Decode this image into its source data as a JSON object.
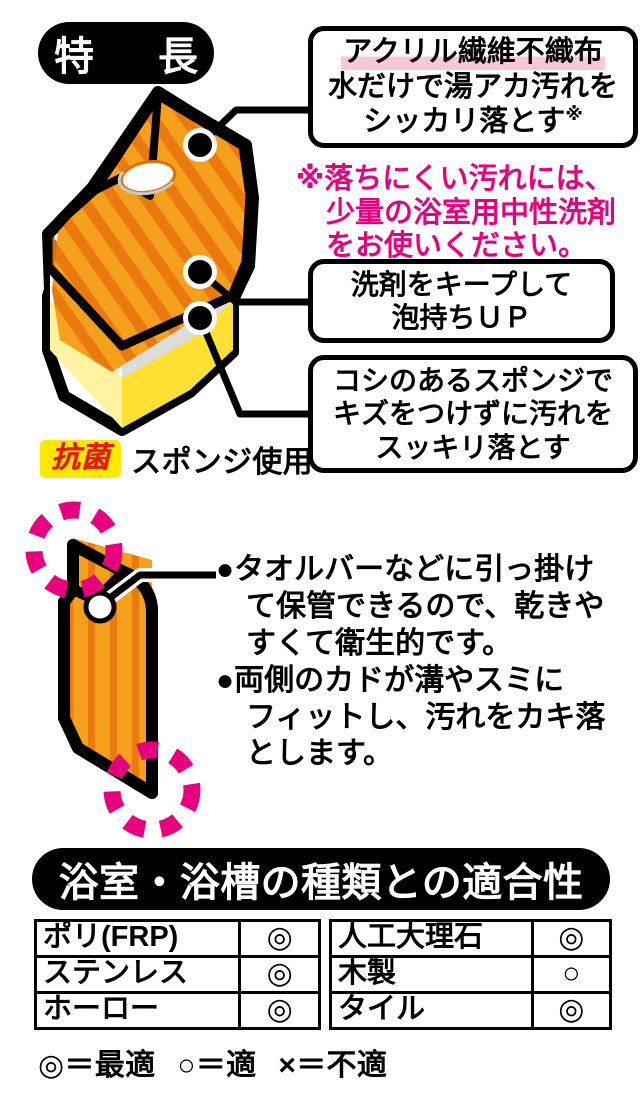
{
  "features": {
    "heading": "特　長",
    "callouts": [
      {
        "id": "acrylic",
        "highlight_line": "アクリル繊維不織布",
        "line2": "水だけで湯アカ汚れを",
        "line3": "シッカリ落とす",
        "superscript": "※"
      },
      {
        "id": "keep",
        "line1": "洗剤をキープして",
        "line2": "泡持ちＵＰ"
      },
      {
        "id": "koshi",
        "line1": "コシのあるスポンジで",
        "line2": "キズをつけずに汚れを",
        "line3": "スッキリ落とす"
      }
    ],
    "footnote": {
      "line1": "※落ちにくい汚れには、",
      "line2": "少量の浴室用中性洗剤",
      "line3": "をお使いください。"
    },
    "antibacterial": {
      "badge": "抗菌",
      "label": "スポンジ使用"
    }
  },
  "shape_section": {
    "bullets": [
      {
        "marker": "●",
        "line1": "タオルバーなどに引っ掛け",
        "line2": "て保管できるので、乾きや",
        "line3": "すくて衛生的です。"
      },
      {
        "marker": "●",
        "line1": "両側のカドが溝やスミに",
        "line2": "フィットし、汚れをカキ落",
        "line3": "とします。"
      }
    ]
  },
  "compatibility": {
    "heading": "浴室・浴槽の種類との適合性",
    "left_rows": [
      {
        "name": "ポリ(FRP)",
        "mark": "◎"
      },
      {
        "name": "ステンレス",
        "mark": "◎"
      },
      {
        "name": "ホーロー",
        "mark": "◎"
      }
    ],
    "right_rows": [
      {
        "name": "人工大理石",
        "mark": "◎"
      },
      {
        "name": "木製",
        "mark": "○"
      },
      {
        "name": "タイル",
        "mark": "◎"
      }
    ],
    "legend": {
      "best_mark": "◎",
      "best_text": "＝最適",
      "ok_mark": "○",
      "ok_text": "＝適",
      "no_mark": "×",
      "no_text": "＝不適"
    }
  },
  "colors": {
    "orange_base": "#F5A01D",
    "orange_stripe": "#EA7A10",
    "orange_dark": "#E2700A",
    "yellow_layer": "#FFE33F",
    "yellow_light": "#FFF3A8",
    "white_layer": "#F7F7F5",
    "gray_layer": "#DCDCDC",
    "magenta": "#E6007E",
    "pink_highlight": "#F6C8D8",
    "badge_yellow": "#FFE800",
    "badge_red": "#E8180F",
    "outline": "#000000"
  }
}
